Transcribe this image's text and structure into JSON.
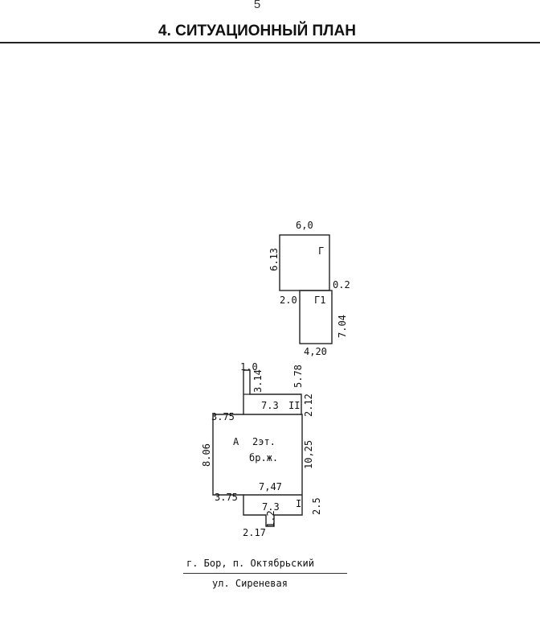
{
  "page": {
    "number": "5",
    "title": "4. СИТУАЦИОННЫЙ ПЛАН"
  },
  "plan": {
    "garage": {
      "label": "Г",
      "width_label": "6,0",
      "height_label": "6.13",
      "offset_label": "0.2"
    },
    "annex": {
      "label": "Г1",
      "left_label": "2.0",
      "height_label": "7.04",
      "bottom_label": "4,20"
    },
    "house": {
      "label_a": "А",
      "label_floors": "2эт.",
      "label_material": "бр.ж.",
      "top_ext_width": "1.0",
      "top_ext_height": "3.14",
      "top_right_gap": "5.78",
      "upper_porch_width": "7.3",
      "upper_porch_label": "II",
      "upper_porch_height": "2.12",
      "left_upper_ledge": "3.75",
      "left_height": "8.06",
      "right_height": "10,25",
      "main_bottom_width": "7,47",
      "left_lower_ledge": "3.75",
      "lower_porch_width": "7.3",
      "lower_porch_label": "I",
      "lower_porch_height": "2.5",
      "bottom_ext_height": "1.2",
      "bottom_width": "2.17"
    }
  },
  "address": {
    "line1": "г. Бор, п. Октябрьский",
    "line2": "ул. Сиреневая"
  }
}
